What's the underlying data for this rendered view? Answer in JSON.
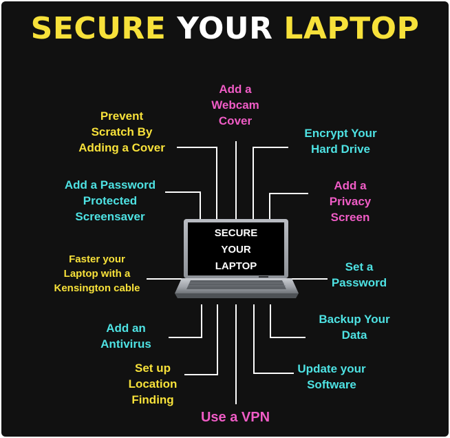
{
  "title": {
    "part1": "SECURE",
    "part2": "YOUR",
    "part3": "LAPTOP"
  },
  "colors": {
    "background": "#111111",
    "title_yellow": "#f7e13a",
    "title_white": "#ffffff",
    "label_yellow": "#f7e13a",
    "label_cyan": "#4ee2e3",
    "label_pink": "#f05cc6"
  },
  "laptop": {
    "screen_lines": [
      "SECURE",
      "YOUR",
      "LAPTOP"
    ]
  },
  "tips": {
    "webcam_cover": [
      "Add a",
      "Webcam",
      "Cover"
    ],
    "prevent_scratch": [
      "Prevent",
      "Scratch By",
      "Adding a Cover"
    ],
    "encrypt_drive": [
      "Encrypt Your",
      "Hard Drive"
    ],
    "password_screensaver": [
      "Add a Password",
      "Protected",
      "Screensaver"
    ],
    "privacy_screen": [
      "Add a",
      "Privacy",
      "Screen"
    ],
    "kensington_cable": [
      "Faster your",
      "Laptop with a",
      "Kensington cable"
    ],
    "set_password": [
      "Set a",
      "Password"
    ],
    "antivirus": [
      "Add an",
      "Antivirus"
    ],
    "backup_data": [
      "Backup Your",
      "Data"
    ],
    "location_finding": [
      "Set up",
      "Location",
      "Finding"
    ],
    "update_software": [
      "Update your",
      "Software"
    ],
    "vpn": [
      "Use a VPN"
    ]
  }
}
